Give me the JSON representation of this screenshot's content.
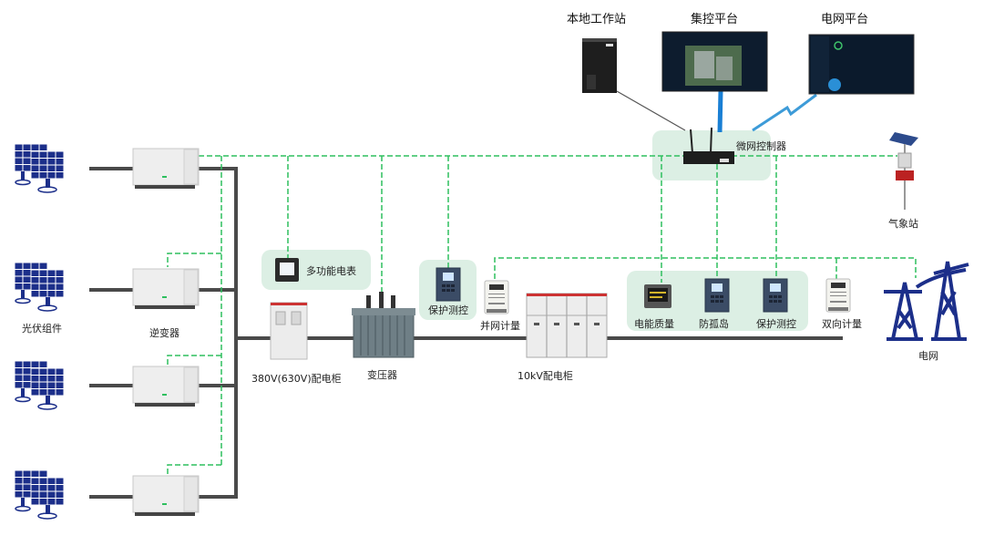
{
  "diagram": {
    "top": {
      "local_workstation": "本地工作站",
      "central_platform": "集控平台",
      "grid_platform": "电网平台"
    },
    "microgrid_controller": "微网控制器",
    "weather_station": "气象站",
    "pv_modules": "光伏组件",
    "inverter": "逆变器",
    "multifunction_meter": "多功能电表",
    "lv_cabinet": "380V(630V)配电柜",
    "transformer": "变压器",
    "protection_left": "保护测控",
    "grid_metering": "并网计量",
    "hv_cabinet": "10kV配电柜",
    "power_quality": "电能质量",
    "anti_islanding": "防孤岛",
    "protection_right": "保护测控",
    "bidirectional_metering": "双向计量",
    "grid": "电网"
  },
  "colors": {
    "power_line": "#4a4a4a",
    "comm_line": "#2fbf5f",
    "group_bg": "#dcefe4",
    "pv_blue": "#1c2f8a",
    "link_blue": "#1a7fd4",
    "tower_blue": "#1c2f8a"
  }
}
